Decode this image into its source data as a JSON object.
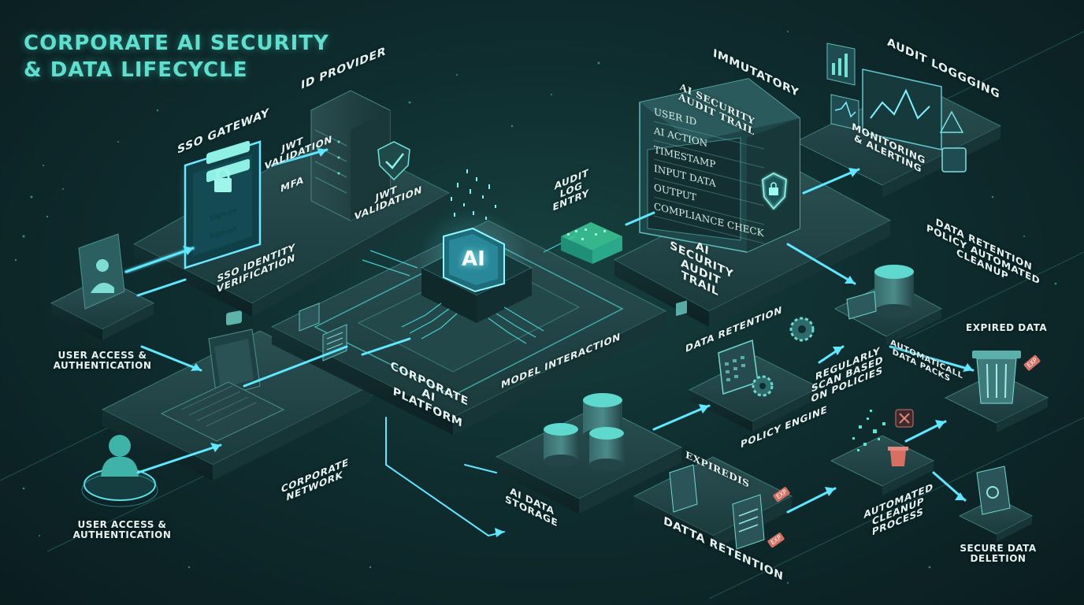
{
  "title": {
    "line1": "CORPORATE AI SECURITY",
    "line2": "& DATA LIFECYCLE"
  },
  "labels": {
    "id_provider": "ID PROVIDER",
    "sso_gateway": "SSO GATEWAY",
    "jwt_validation_top": "JWT VALIDATION",
    "mfa": "MFA",
    "jwt_validation_right": "JWT VALIDATION",
    "sso_identity_verification": "SSO IDENTITY VERIFICATION",
    "user_access_1": "USER ACCESS & AUTHENTICATION",
    "user_access_2": "USER ACCESS & AUTHENTICATION",
    "corporate_network": "CORPORATE NETWORK",
    "corporate_ai_platform": "CORPORATE AI PLATFORM",
    "model_interaction": "MODEL INTERACTION",
    "audit_log_entry": "AUDIT LOG ENTRY",
    "immutatory": "IMMUTATORY",
    "audit_trail_header": "AI SECURITY AUDIT TRAIL",
    "audit_trail_base": "AI SECURITY AUDIT TRAIL",
    "audit_logging": "AUDIT LOGGGING",
    "monitoring_alerting": "MONITORING & ALERTING",
    "data_retention_policy": "DATA RETENTION POLICY AUTOMATED CLEANUP",
    "data_retention_gear": "DATA RETENTION",
    "regularly_scan": "REGULARLY SCAN BASED ON POLICIES",
    "automaticall_packs": "AUTOMATICALL DATA PACKS",
    "expired_data": "EXPIRED DATA",
    "policy_engine": "POLICY ENGINE",
    "ai_data_storage": "AI DATA STORAGE",
    "expired_is": "EXPIREDIS",
    "data_retention_bottom": "DATTA RETENTION",
    "automated_cleanup": "AUTOMATED CLEANUP PROCESS",
    "secure_data_deletion": "SECURE DATA DELETION",
    "chip": "AI"
  },
  "sso_panel": {
    "field1": "Sign-on",
    "field2": "Sign-on"
  },
  "audit_fields": [
    "USER ID",
    "AI ACTION",
    "TIMESTAMP",
    "INPUT DATA",
    "OUTPUT",
    "COMPLIANCE CHECK"
  ],
  "tags": {
    "tag_expired": "EXP",
    "tag_doc1": "EXP",
    "tag_doc2": "EXP"
  },
  "colors": {
    "accent": "#5fe0cf",
    "glow": "#4ff0ff",
    "background": "#0f2d2f",
    "platform": "#1d3e40",
    "tag": "#d77062"
  }
}
